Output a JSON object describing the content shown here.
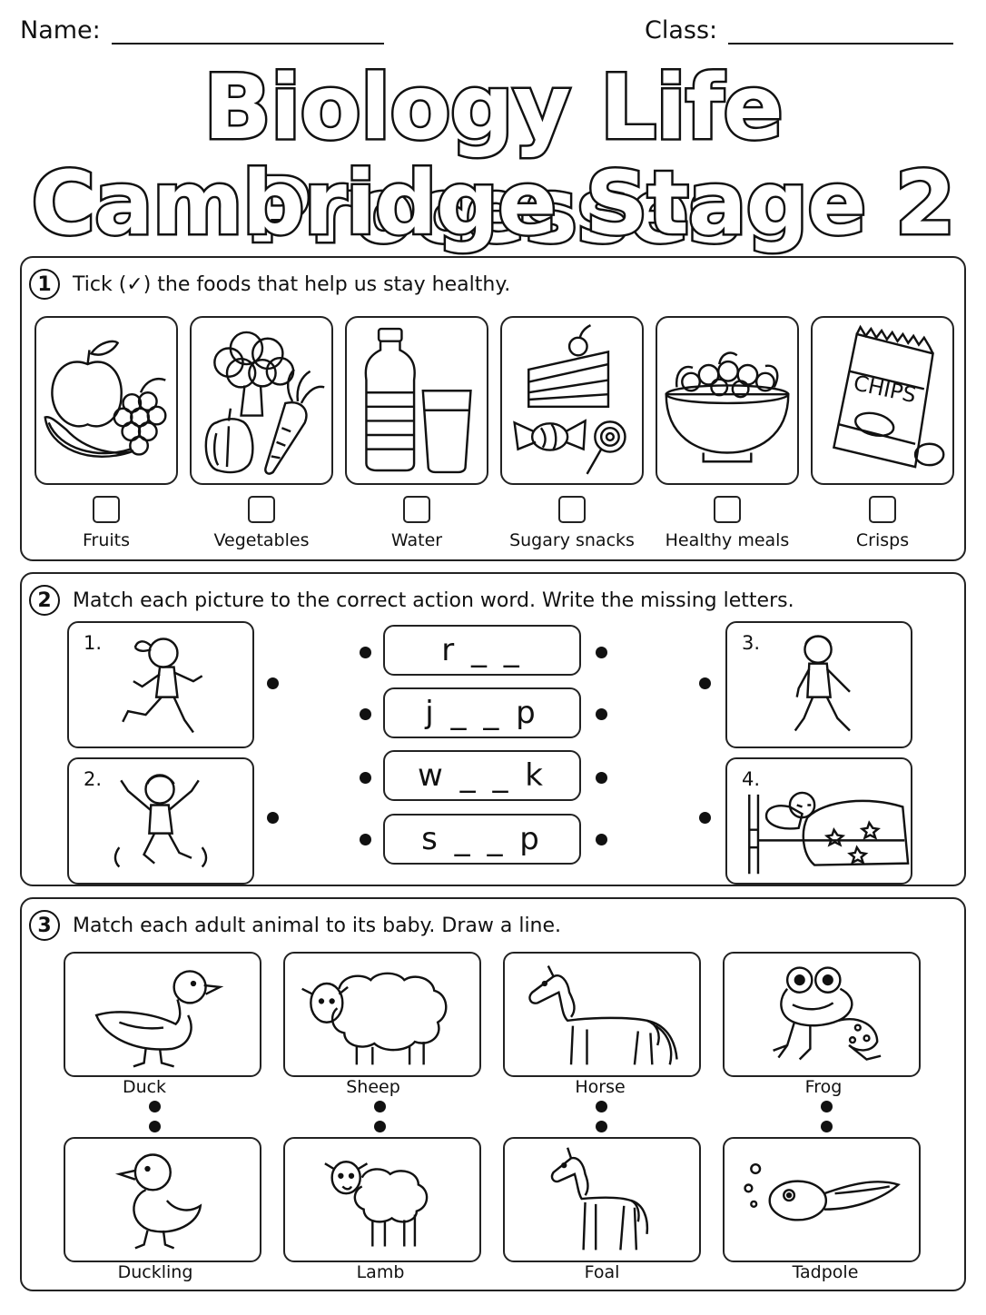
{
  "header": {
    "name_label": "Name:",
    "class_label": "Class:"
  },
  "title": {
    "line1": "Biology Life Processes",
    "line2": "Cambridge Stage 2"
  },
  "section1": {
    "number": "1",
    "instruction": "Tick (✓) the foods that help us stay healthy.",
    "items": [
      {
        "label": "Fruits",
        "icon": "fruits-icon"
      },
      {
        "label": "Vegetables",
        "icon": "vegetables-icon"
      },
      {
        "label": "Water",
        "icon": "water-icon"
      },
      {
        "label": "Sugary snacks",
        "icon": "sugary-snacks-icon"
      },
      {
        "label": "Healthy meals",
        "icon": "healthy-meal-icon"
      },
      {
        "label": "Crisps",
        "icon": "crisps-icon"
      }
    ],
    "chips_text": "CHIPS"
  },
  "section2": {
    "number": "2",
    "instruction": "Match each picture to the correct action word. Write the missing letters.",
    "pictures": [
      {
        "num": "1.",
        "icon": "running-girl-icon"
      },
      {
        "num": "2.",
        "icon": "jumping-boy-icon"
      },
      {
        "num": "3.",
        "icon": "walking-boy-icon"
      },
      {
        "num": "4.",
        "icon": "sleeping-child-icon"
      }
    ],
    "words": [
      "r _ _",
      "j _ _ p",
      "w _ _ k",
      "s _ _ p"
    ]
  },
  "section3": {
    "number": "3",
    "instruction": "Match each adult animal to its baby. Draw a line.",
    "adults": [
      {
        "label": "Duck",
        "icon": "duck-icon"
      },
      {
        "label": "Sheep",
        "icon": "sheep-icon"
      },
      {
        "label": "Horse",
        "icon": "horse-icon"
      },
      {
        "label": "Frog",
        "icon": "frog-icon"
      }
    ],
    "babies": [
      {
        "label": "Duckling",
        "icon": "duckling-icon"
      },
      {
        "label": "Lamb",
        "icon": "lamb-icon"
      },
      {
        "label": "Foal",
        "icon": "foal-icon"
      },
      {
        "label": "Tadpole",
        "icon": "tadpole-icon"
      }
    ]
  }
}
